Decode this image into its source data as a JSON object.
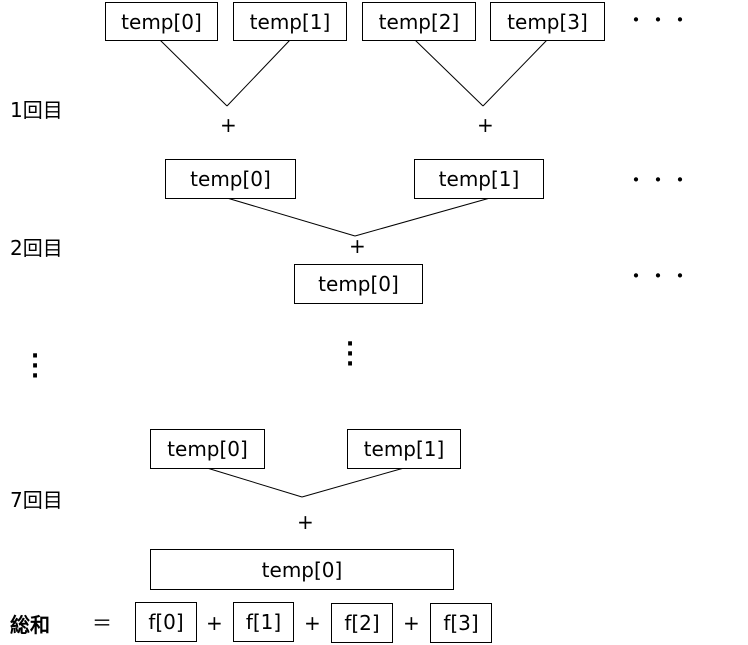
{
  "rounds": {
    "round1": "1回目",
    "round2": "2回目",
    "round7": "7回目"
  },
  "row1": [
    "temp[0]",
    "temp[1]",
    "temp[2]",
    "temp[3]"
  ],
  "row2": [
    "temp[0]",
    "temp[1]"
  ],
  "row3": [
    "temp[0]"
  ],
  "row4": [
    "temp[0]",
    "temp[1]"
  ],
  "row5": [
    "temp[0]"
  ],
  "ellipsis_h": "・・・",
  "ellipsis_v": "・\n・\n・",
  "plus": "+",
  "sum": {
    "label": "総和",
    "equals": "＝",
    "terms": [
      "f[0]",
      "f[1]",
      "f[2]",
      "f[3]"
    ]
  }
}
